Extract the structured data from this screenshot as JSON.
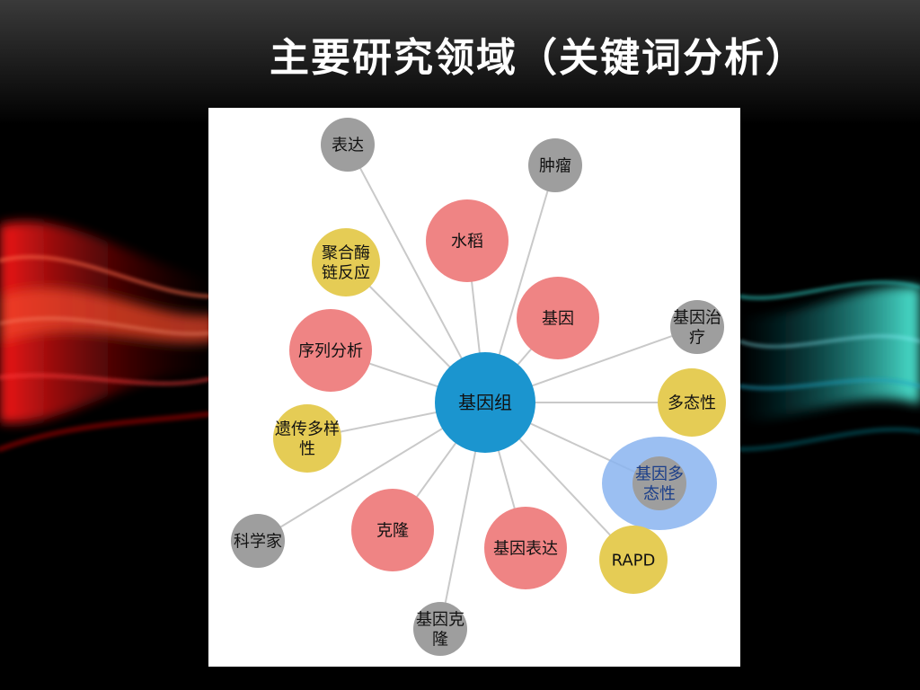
{
  "slide": {
    "title": "主要研究领域（关键词分析）"
  },
  "colors": {
    "center": "#1b95cf",
    "gray": "#9e9e9e",
    "pink": "#ef8484",
    "yellow": "#e5cc55",
    "highlight": "#8ab4f0",
    "line": "#c9c9c9"
  },
  "diagram": {
    "center": {
      "label": "基因组",
      "kind": "center"
    },
    "nodes": [
      {
        "id": "biaoda",
        "lines": [
          "表达"
        ],
        "kind": "gray"
      },
      {
        "id": "zhongliu",
        "lines": [
          "肿瘤"
        ],
        "kind": "gray"
      },
      {
        "id": "shuidao",
        "lines": [
          "水稻"
        ],
        "kind": "pink"
      },
      {
        "id": "juhemei",
        "lines": [
          "聚合酶",
          "链反应"
        ],
        "kind": "yellow"
      },
      {
        "id": "jiyin",
        "lines": [
          "基因"
        ],
        "kind": "pink"
      },
      {
        "id": "jiyinzhiliao",
        "lines": [
          "基因治",
          "疗"
        ],
        "kind": "gray"
      },
      {
        "id": "xulie",
        "lines": [
          "序列分析"
        ],
        "kind": "pink"
      },
      {
        "id": "duotaixing",
        "lines": [
          "多态性"
        ],
        "kind": "yellow"
      },
      {
        "id": "yichuan",
        "lines": [
          "遗传多样",
          "性"
        ],
        "kind": "yellow"
      },
      {
        "id": "jiyinduotai",
        "lines": [
          "基因多",
          "态性"
        ],
        "kind": "gray",
        "highlighted": true
      },
      {
        "id": "kexuejia",
        "lines": [
          "科学家"
        ],
        "kind": "gray"
      },
      {
        "id": "kelong",
        "lines": [
          "克隆"
        ],
        "kind": "pink"
      },
      {
        "id": "jiyinbiaoda",
        "lines": [
          "基因表达"
        ],
        "kind": "pink"
      },
      {
        "id": "rapd",
        "lines": [
          "RAPD"
        ],
        "kind": "yellow"
      },
      {
        "id": "jiyinkelong",
        "lines": [
          "基因克",
          "隆"
        ],
        "kind": "gray"
      }
    ]
  }
}
